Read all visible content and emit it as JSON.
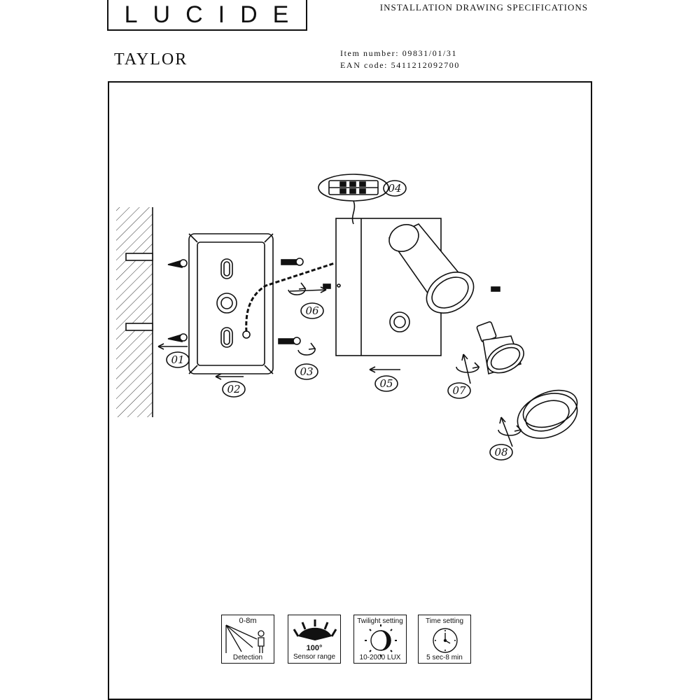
{
  "header": {
    "brand": "LUCIDE",
    "doc_title": "INSTALLATION DRAWING SPECIFICATIONS",
    "product": "TAYLOR",
    "item_number": "Item number: 09831/01/31",
    "ean_code": "EAN code: 5411212092700"
  },
  "steps": [
    "01",
    "02",
    "03",
    "04",
    "05",
    "06",
    "07",
    "08"
  ],
  "features": [
    {
      "top": "0-8m",
      "bottom": "Detection",
      "icon": "detection-range-icon"
    },
    {
      "top": "100°",
      "bottom": "Sensor range",
      "icon": "sensor-angle-icon"
    },
    {
      "top": "Twilight setting",
      "bottom": "10-2000 LUX",
      "icon": "twilight-icon"
    },
    {
      "top": "Time setting",
      "bottom": "5 sec-8 min",
      "icon": "clock-icon"
    }
  ]
}
